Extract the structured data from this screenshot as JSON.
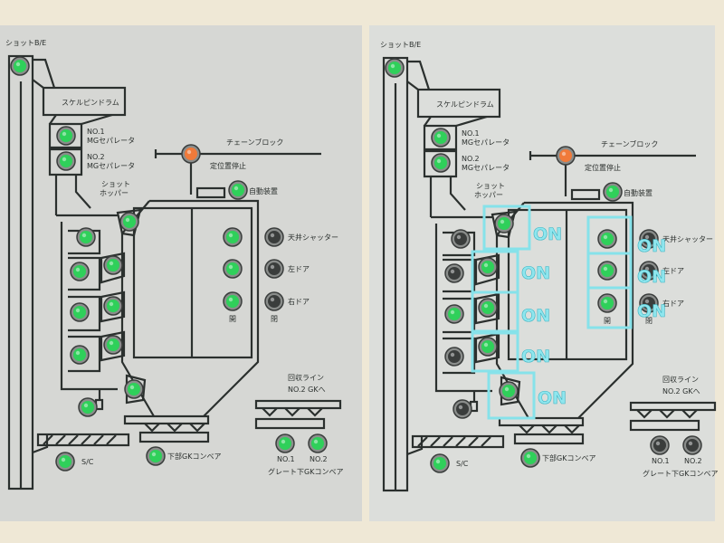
{
  "colors": {
    "frame": "#efe8d6",
    "panel_left": "#d6d7d4",
    "panel_right": "#dcdedb",
    "line": "#2b302e",
    "lamp_green": "#2fd05a",
    "lamp_off": "#3a3d3c",
    "lamp_orange": "#f07a3a",
    "highlight": "#86e2ea"
  },
  "labels": {
    "shot_be": "ショットB/E",
    "drum": "スケルピンドラム",
    "no1": "NO.1",
    "mg1": "MGセパレータ",
    "no2": "NO.2",
    "mg2": "MGセパレータ",
    "shot": "ショット",
    "hopper": "ホッパー",
    "chain_block": "チェーンブロック",
    "fixed_stop": "定位置停止",
    "auto_device": "自動装置",
    "ceiling_shutter": "天井シャッター",
    "left_door": "左ドア",
    "right_door": "右ドア",
    "open": "開",
    "close": "閉",
    "recovery_line": "回収ライン",
    "to_gk2": "NO.2 GKへ",
    "sc": "S/C",
    "lower_gk": "下部GKコンベア",
    "conv_no1": "NO.1",
    "conv_no2": "NO.2",
    "grate_gk": "グレート下GKコンベア"
  },
  "lamps": {
    "left_panel": {
      "shot_be": "on",
      "mg1": "on",
      "mg2": "on",
      "chain": "orange",
      "auto": "on",
      "hop1": "on",
      "hop2": "on",
      "hop3": "on",
      "hop4": "on",
      "hop5": "on",
      "hop6": "on",
      "hop7": "on",
      "hop8": "on",
      "hop9": "on",
      "hop10": "on",
      "open1": "on",
      "open2": "on",
      "open3": "on",
      "close1": "off",
      "close2": "off",
      "close3": "off",
      "sc": "on",
      "lower_gk": "on",
      "conv1": "on",
      "conv2": "on"
    },
    "right_panel": {
      "shot_be": "on",
      "mg1": "on",
      "mg2": "on",
      "chain": "orange",
      "auto": "on",
      "hop1": "on",
      "hop2": "off",
      "hop3": "on",
      "hop4": "off",
      "hop5": "on",
      "hop6": "on",
      "hop7": "on",
      "hop8": "off",
      "hop9": "on",
      "hop10": "off",
      "open1": "on",
      "open2": "on",
      "open3": "on",
      "close1": "off",
      "close2": "off",
      "close3": "off",
      "sc": "on",
      "lower_gk": "on",
      "conv1": "off",
      "conv2": "off"
    }
  },
  "annotations": {
    "on_1": "ON",
    "on_2": "ON",
    "on_3": "ON",
    "on_4": "ON",
    "on_5": "ON",
    "on_6": "ON",
    "on_7": "ON",
    "on_8": "ON"
  }
}
